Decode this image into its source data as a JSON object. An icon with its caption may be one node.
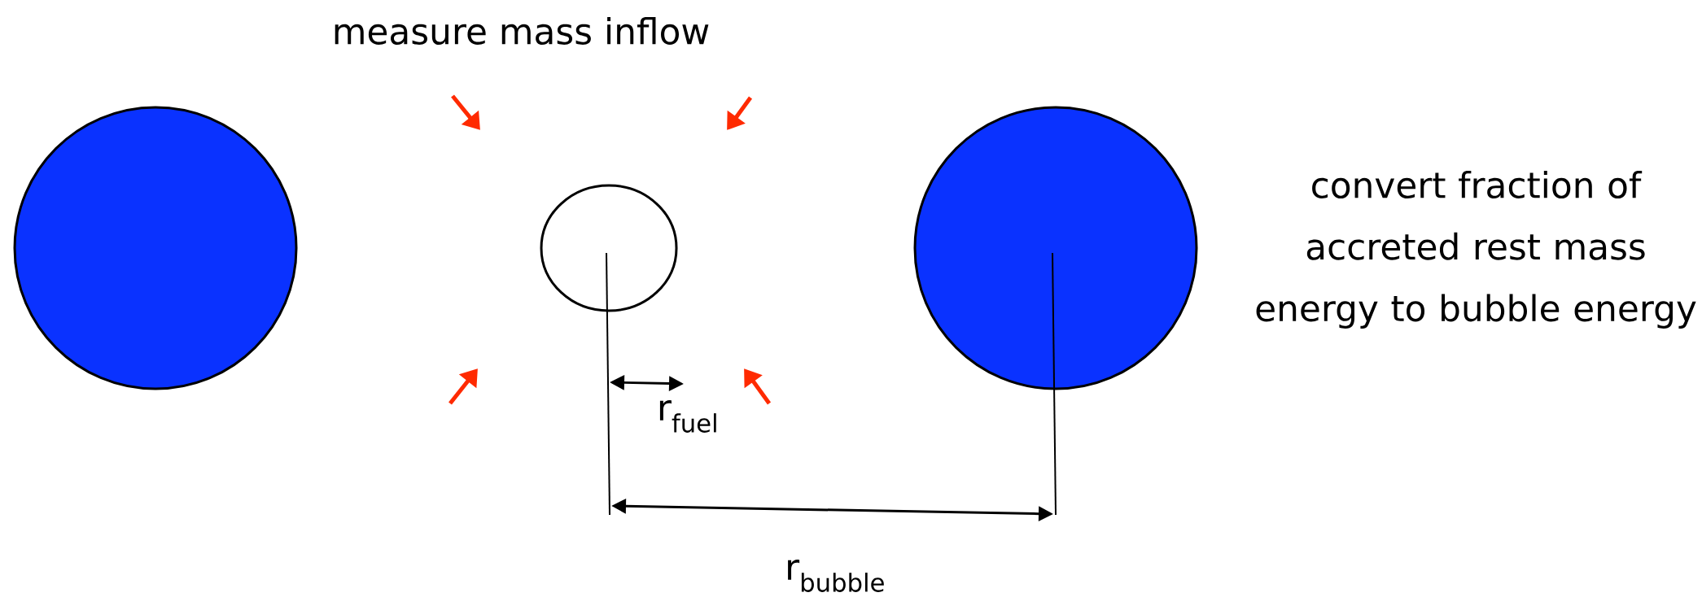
{
  "diagram": {
    "nodes": [
      {
        "text": [],
        "shape": "circle"
      },
      {
        "text": [],
        "shape": "circle"
      },
      {
        "text": [],
        "shape": "circle"
      }
    ],
    "labels": [
      "measure mass inflow",
      "convert fraction of accreted rest mass energy to bubble energy",
      "r$_{fuel}$",
      "r$_{bubble}$"
    ]
  }
}
